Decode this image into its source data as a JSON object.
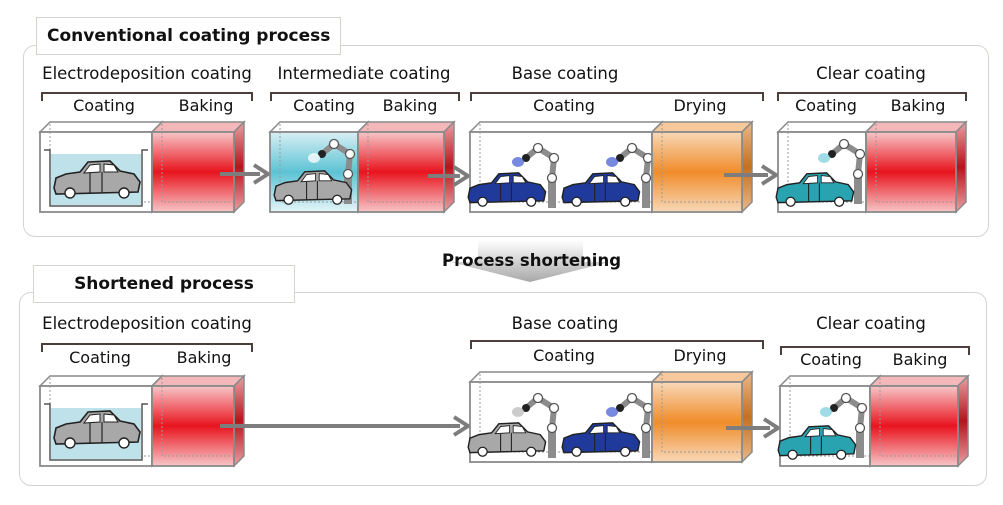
{
  "conventional": {
    "title": "Conventional coating process",
    "stages": [
      {
        "name": "Electrodeposition coating",
        "steps": [
          "Coating",
          "Baking"
        ]
      },
      {
        "name": "Intermediate coating",
        "steps": [
          "Coating",
          "Baking"
        ]
      },
      {
        "name": "Base coating",
        "steps": [
          "Coating",
          "Drying"
        ]
      },
      {
        "name": "Clear coating",
        "steps": [
          "Coating",
          "Baking"
        ]
      }
    ]
  },
  "transition": {
    "label": "Process shortening",
    "icon": "down-arrow-icon"
  },
  "shortened": {
    "title": "Shortened process",
    "stages": [
      {
        "name": "Electrodeposition coating",
        "steps": [
          "Coating",
          "Baking"
        ]
      },
      {
        "name": "Base coating",
        "steps": [
          "Coating",
          "Drying"
        ]
      },
      {
        "name": "Clear coating",
        "steps": [
          "Coating",
          "Baking"
        ]
      }
    ]
  },
  "colors": {
    "baking": "#e8141e",
    "drying": "#f08c2a",
    "electro_bath": "#bfe2ea",
    "intermediate_booth": "#5cc3d4",
    "car_grey": "#9a9a9a",
    "car_blue": "#1f3a9a",
    "car_teal": "#2aa3b0",
    "arrow": "#7d7d7d"
  }
}
